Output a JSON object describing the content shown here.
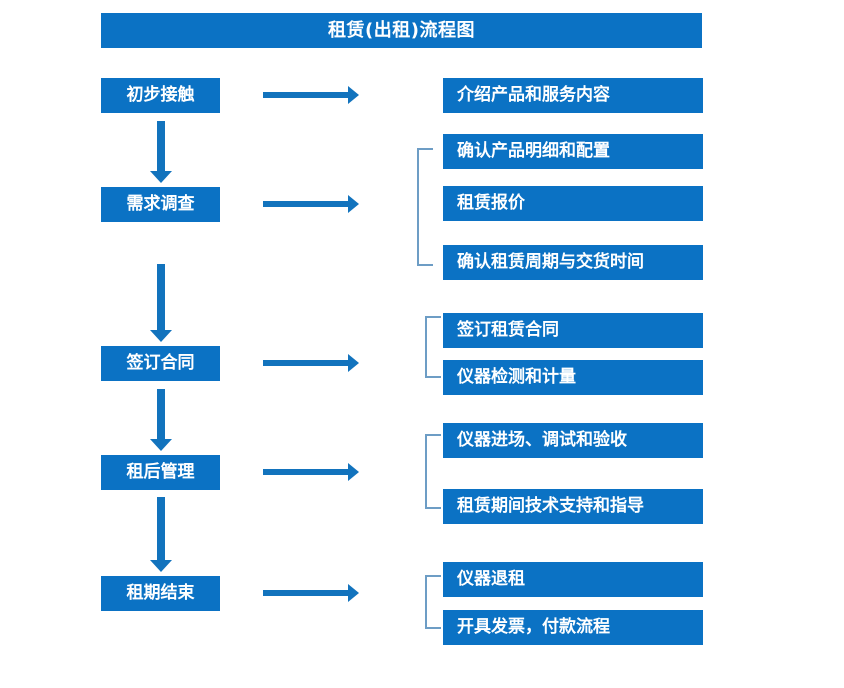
{
  "header": {
    "title": "租赁(出租)流程图"
  },
  "colors": {
    "box_fill": "#0b72c4",
    "box_text": "#ffffff",
    "arrow": "#1273bd",
    "bracket": "#6d9dc5",
    "background": "#ffffff"
  },
  "stages": [
    {
      "id": "stage-1",
      "label": "初步接触"
    },
    {
      "id": "stage-2",
      "label": "需求调查"
    },
    {
      "id": "stage-3",
      "label": "签订合同"
    },
    {
      "id": "stage-4",
      "label": "租后管理"
    },
    {
      "id": "stage-5",
      "label": "租期结束"
    }
  ],
  "details": [
    {
      "id": "detail-1",
      "label": "介绍产品和服务内容"
    },
    {
      "id": "detail-2",
      "label": "确认产品明细和配置"
    },
    {
      "id": "detail-3",
      "label": "租赁报价"
    },
    {
      "id": "detail-4",
      "label": "确认租赁周期与交货时间"
    },
    {
      "id": "detail-5",
      "label": "签订租赁合同"
    },
    {
      "id": "detail-6",
      "label": "仪器检测和计量"
    },
    {
      "id": "detail-7",
      "label": "仪器进场、调试和验收"
    },
    {
      "id": "detail-8",
      "label": "租赁期间技术支持和指导"
    },
    {
      "id": "detail-9",
      "label": "仪器退租"
    },
    {
      "id": "detail-10",
      "label": "开具发票，付款流程"
    }
  ],
  "flow": {
    "stage_to_stage_arrows": 4,
    "stage_to_detail_arrows": 5,
    "group_brackets": 4
  }
}
